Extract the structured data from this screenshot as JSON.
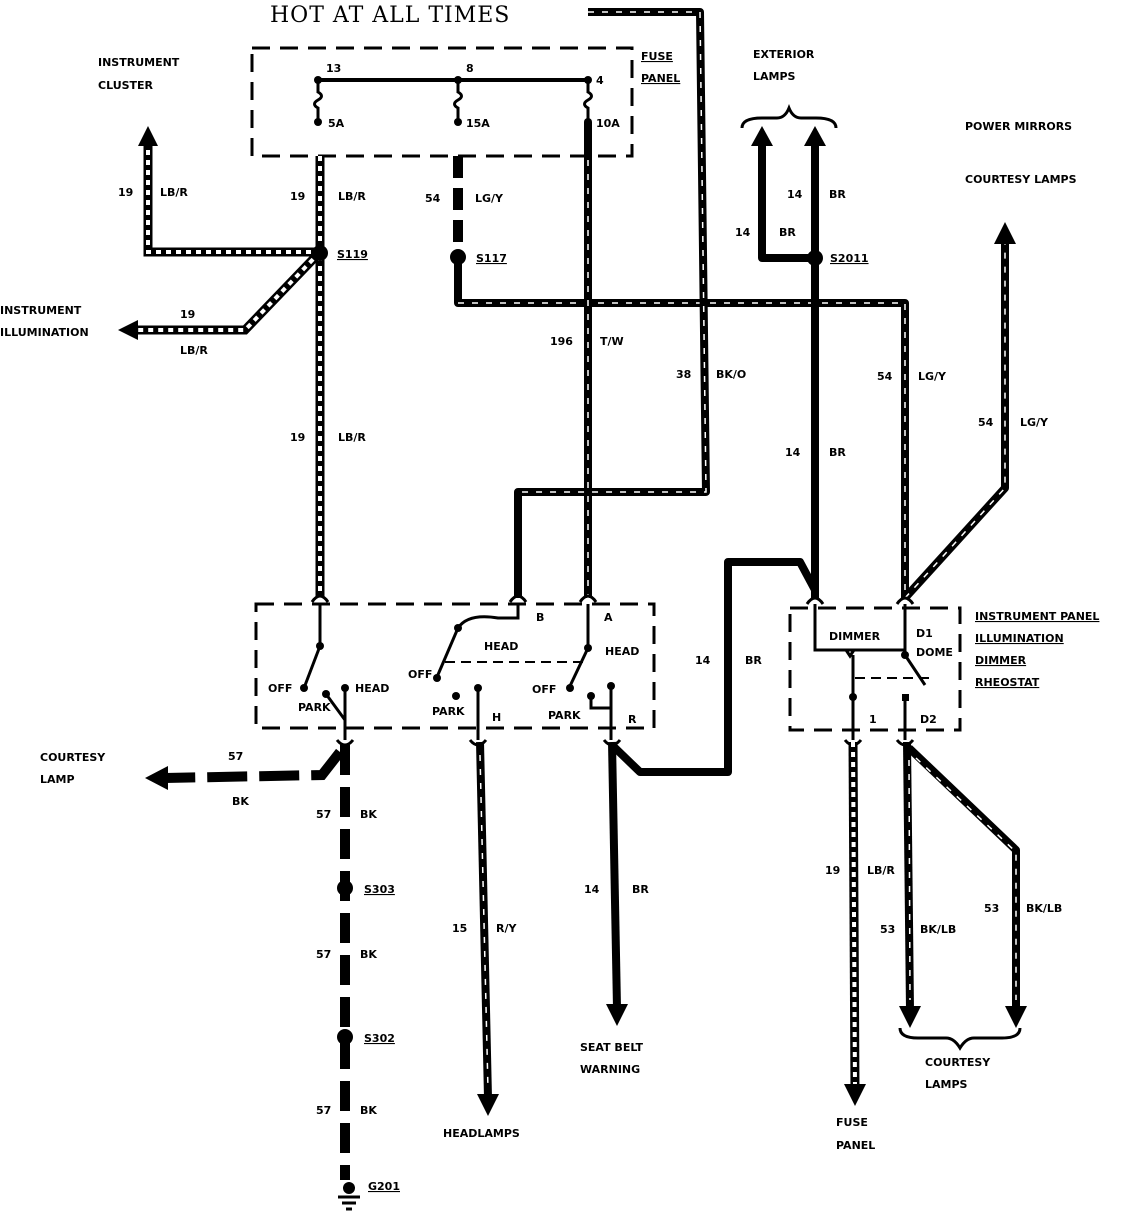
{
  "title": "HOT AT ALL TIMES",
  "labels": {
    "instrument_cluster": "INSTRUMENT\nCLUSTER",
    "fuse_panel": "FUSE\nPANEL",
    "exterior_lamps": "EXTERIOR\nLAMPS",
    "power_mirrors": "POWER MIRRORS",
    "courtesy_lamps_top": "COURTESY LAMPS",
    "instrument_illumination": "INSTRUMENT\nILLUMINATION",
    "courtesy_lamp_left": "COURTESY\nLAMP",
    "headlamps": "HEADLAMPS",
    "seat_belt_warning": "SEAT BELT\nWARNING",
    "fuse_panel_bottom": "FUSE\nPANEL",
    "courtesy_lamps_bottom": "COURTESY\nLAMPS",
    "rheostat": "INSTRUMENT PANEL\nILLUMINATION\nDIMMER\nRHEOSTAT"
  },
  "fuses": [
    {
      "num": "13",
      "amp": "5A"
    },
    {
      "num": "8",
      "amp": "15A"
    },
    {
      "num": "4",
      "amp": "10A"
    }
  ],
  "splices": [
    "S119",
    "S117",
    "S2011",
    "S303",
    "S302"
  ],
  "ground": "G201",
  "wires": {
    "w19_top_left": {
      "num": "19",
      "color": "LB/R"
    },
    "w19_fuse": {
      "num": "19",
      "color": "LB/R"
    },
    "w54_fuse": {
      "num": "54",
      "color": "LG/Y"
    },
    "w19_illum": {
      "num": "19",
      "color": "LB/R"
    },
    "w19_mid": {
      "num": "19",
      "color": "LB/R"
    },
    "w196": {
      "num": "196",
      "color": "T/W"
    },
    "w38": {
      "num": "38",
      "color": "BK/O"
    },
    "w14_ext_left": {
      "num": "14",
      "color": "BR"
    },
    "w14_ext_right": {
      "num": "14",
      "color": "BR"
    },
    "w14_mid": {
      "num": "14",
      "color": "BR"
    },
    "w54_mid": {
      "num": "54",
      "color": "LG/Y"
    },
    "w54_right": {
      "num": "54",
      "color": "LG/Y"
    },
    "w14_switch": {
      "num": "14",
      "color": "BR"
    },
    "w57_courtesy": {
      "num": "57",
      "color": "BK"
    },
    "w57_a": {
      "num": "57",
      "color": "BK"
    },
    "w57_b": {
      "num": "57",
      "color": "BK"
    },
    "w57_c": {
      "num": "57",
      "color": "BK"
    },
    "w15_headlamps": {
      "num": "15",
      "color": "R/Y"
    },
    "w14_seatbelt": {
      "num": "14",
      "color": "BR"
    },
    "w19_bottom": {
      "num": "19",
      "color": "LB/R"
    },
    "w53_a": {
      "num": "53",
      "color": "BK/LB"
    },
    "w53_b": {
      "num": "53",
      "color": "BK/LB"
    }
  },
  "switch": {
    "off1": "OFF",
    "park1": "PARK",
    "head1": "HEAD",
    "off2": "OFF",
    "park2": "PARK",
    "head2": "HEAD",
    "off3": "OFF",
    "park3": "PARK",
    "head3": "HEAD",
    "term_b": "B",
    "term_a": "A",
    "term_h": "H",
    "term_r": "R"
  },
  "dimmer": {
    "dimmer": "DIMMER",
    "d1": "D1",
    "dome": "DOME",
    "t1": "1",
    "d2": "D2"
  }
}
